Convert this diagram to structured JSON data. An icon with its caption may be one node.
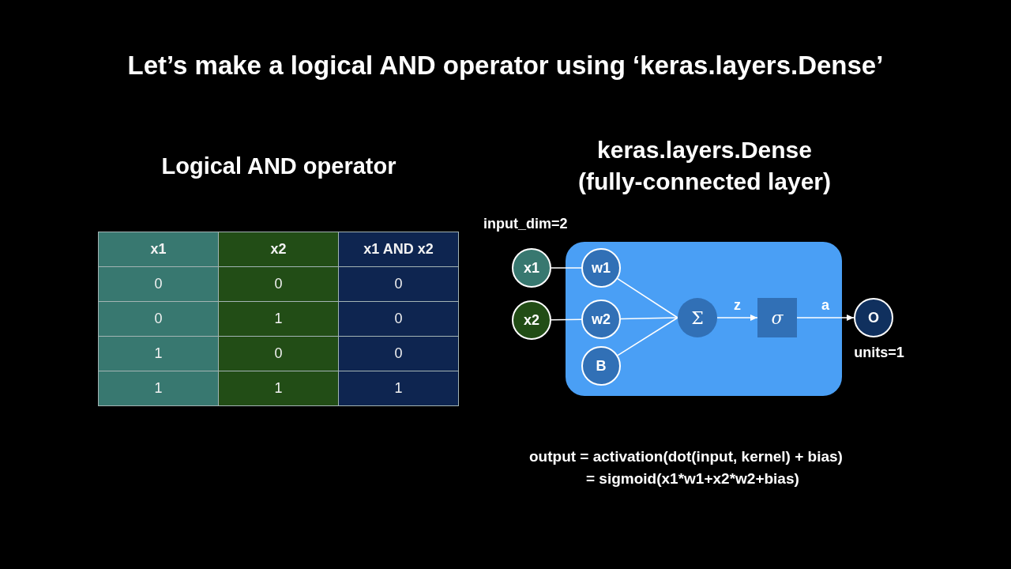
{
  "diagram": {
    "title": "Let’s make a logical AND operator using ‘keras.layers.Dense’",
    "nodes": [
      {
        "text": [
          "x1"
        ]
      },
      {
        "text": [
          "x2"
        ]
      },
      {
        "text": [],
        "shape": "box"
      },
      {
        "text": [
          "w1"
        ],
        "in": 2
      },
      {
        "text": [
          "w2"
        ],
        "in": 2
      },
      {
        "text": [
          "B"
        ],
        "in": 2
      },
      {
        "text": [
          "Σ"
        ],
        "in": 2
      },
      {
        "text": [
          "σ"
        ],
        "in": 2
      },
      {
        "text": [
          "O"
        ],
        "beside": [
          "units=1"
        ]
      }
    ],
    "edges": [
      {
        "from": 0,
        "to": 3,
        "arrow": "none"
      },
      {
        "from": 1,
        "to": 4,
        "arrow": "none"
      },
      {
        "from": 3,
        "to": 6,
        "arrow": "none"
      },
      {
        "from": 4,
        "to": 6,
        "arrow": "none"
      },
      {
        "from": 5,
        "to": 6,
        "arrow": "none"
      },
      {
        "from": 6,
        "to": 7,
        "arrow": "to",
        "label": "z"
      },
      {
        "from": 7,
        "to": 8,
        "arrow": "to",
        "label": "a"
      }
    ],
    "labels": [
      "Logical AND operator",
      "x1",
      "x2",
      "x1 AND x2",
      "0",
      "0",
      "0",
      "0",
      "1",
      "0",
      "1",
      "0",
      "0",
      "1",
      "1",
      "1",
      "keras.layers.Dense (fully-connected layer)",
      "input_dim=2",
      "output = activation(dot(input, kernel) + bias)",
      "= sigmoid(x1*w1+x2*w2+bias)"
    ]
  }
}
